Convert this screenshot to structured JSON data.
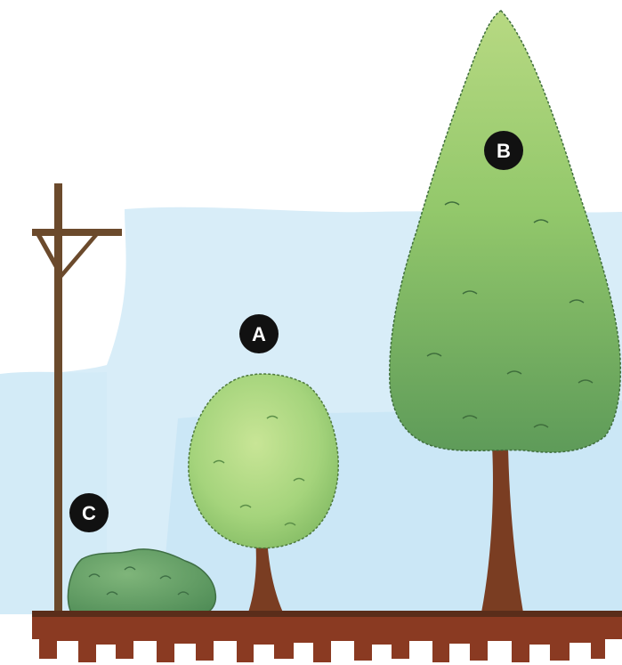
{
  "markers": {
    "a": "A",
    "b": "B",
    "c": "C"
  },
  "colors": {
    "sky": "#cfe8f6",
    "ground": "#8a3a22",
    "trunk": "#7a3d22",
    "pole": "#6b4a2c",
    "foliage_light": "#b9dc86",
    "foliage_mid": "#8cc46a",
    "foliage_dark": "#5f9d5a",
    "shrub": "#5f9a62",
    "marker_bg": "#111111"
  }
}
